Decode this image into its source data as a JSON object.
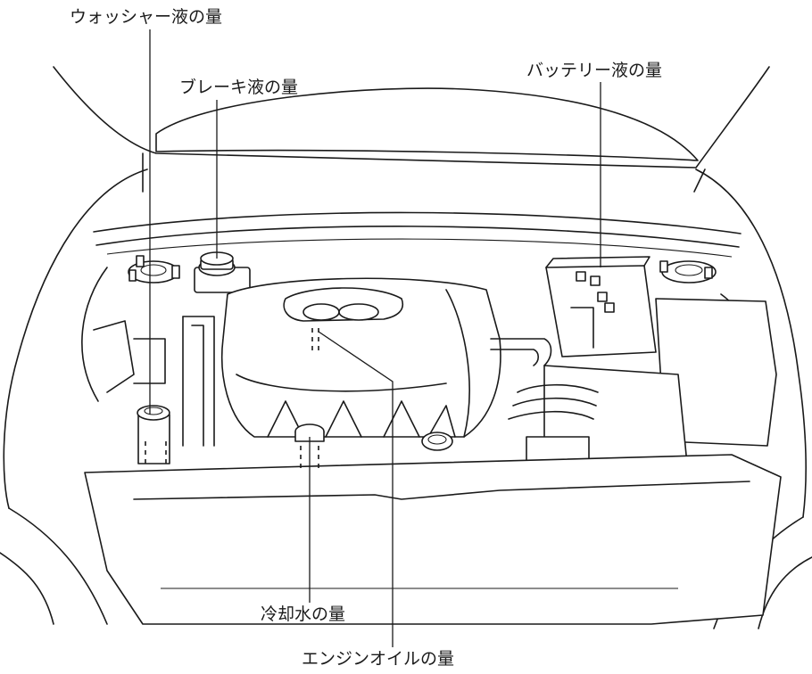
{
  "labels": {
    "washer": "ウォッシャー液の量",
    "brake": "ブレーキ液の量",
    "battery": "バッテリー液の量",
    "coolant": "冷却水の量",
    "engine_oil": "エンジンオイルの量"
  },
  "colors": {
    "line": "#1a1a1a",
    "background": "#ffffff"
  }
}
